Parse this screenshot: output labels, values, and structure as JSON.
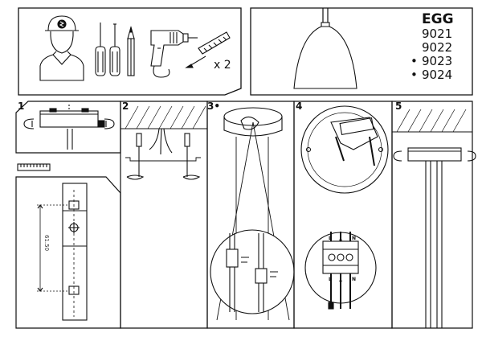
{
  "product": {
    "name": "EGG",
    "codes": [
      {
        "code": "9021",
        "marked": false
      },
      {
        "code": "9022",
        "marked": false
      },
      {
        "code": "9023",
        "marked": true
      },
      {
        "code": "9024",
        "marked": true
      }
    ]
  },
  "tools": {
    "icons": [
      "electrician-icon",
      "screwdriver-icon",
      "pencil-icon",
      "drill-icon",
      "wall-plug-icon"
    ],
    "plug_quantity": "x 2"
  },
  "steps": [
    {
      "label": "1"
    },
    {
      "label": "2"
    },
    {
      "label": "3•"
    },
    {
      "label": "4"
    },
    {
      "label": "5"
    }
  ],
  "step1": {
    "dimension": "61.50"
  },
  "step4": {
    "terminals_top": [
      "L",
      "⏚",
      "N"
    ],
    "terminals_bottom": [
      "L",
      "⏚",
      "N"
    ]
  }
}
